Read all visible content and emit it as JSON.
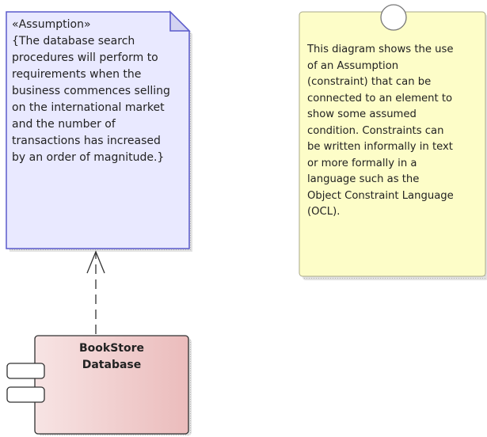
{
  "assumption": {
    "stereotype": "«Assumption»",
    "lines": [
      "{The database search",
      "procedures will perform to",
      "requirements when the",
      "business commences selling",
      "on the international market",
      "and the number of",
      "transactions has increased",
      "by an order of magnitude.}"
    ]
  },
  "note": {
    "lines": [
      "This diagram shows the use",
      "of an Assumption",
      "(constraint) that can be",
      "connected to an element to",
      "show some assumed",
      "condition. Constraints can",
      "be written informally in text",
      "or more formally in a",
      "language such as the",
      "Object Constraint Language",
      "(OCL)."
    ]
  },
  "component": {
    "name_line1": "BookStore",
    "name_line2": "Database"
  },
  "colors": {
    "assumption_fill": "#e9e9ff",
    "assumption_border": "#5a5acb",
    "note_fill": "#fdfdc8",
    "note_border": "#a9a98a",
    "component_fill": "#f5d6d6",
    "component_border": "#303030",
    "shadow": "#c8c8c8"
  }
}
